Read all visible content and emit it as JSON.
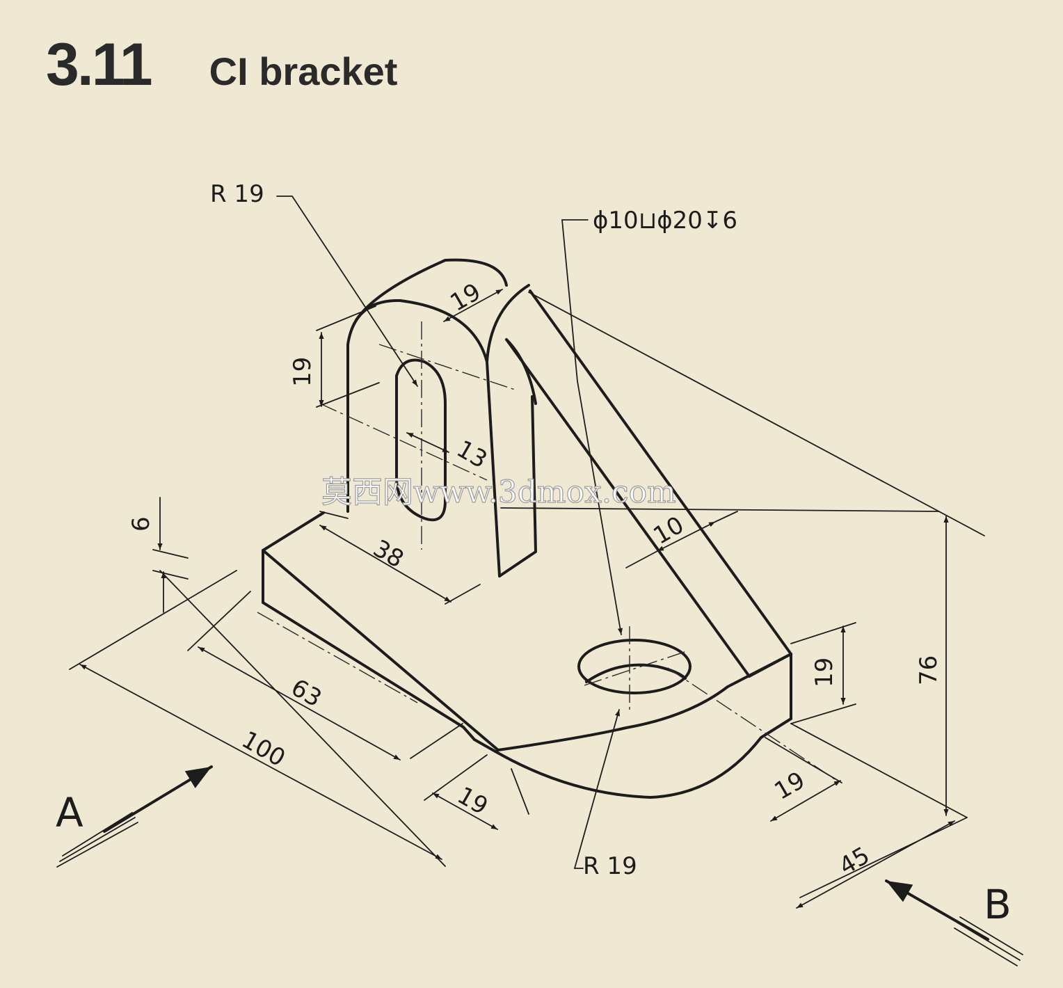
{
  "section": {
    "number": "3.11",
    "title": "CI bracket"
  },
  "dimensions": {
    "r19_top": "R 19",
    "counterbore": "ϕ10⊔ϕ20↧6",
    "w19_top": "19",
    "slot_len": "19",
    "slot_w": "13",
    "rib": "10",
    "upright": "38",
    "base_t": "6",
    "len63": "63",
    "len100": "100",
    "w19_left": "19",
    "r19_bottom": "R 19",
    "w19_right": "19",
    "h19_right": "19",
    "h76": "76",
    "d45": "45"
  },
  "views": {
    "a": "A",
    "b": "B"
  },
  "watermark": "莫西网www.3dmox.com"
}
